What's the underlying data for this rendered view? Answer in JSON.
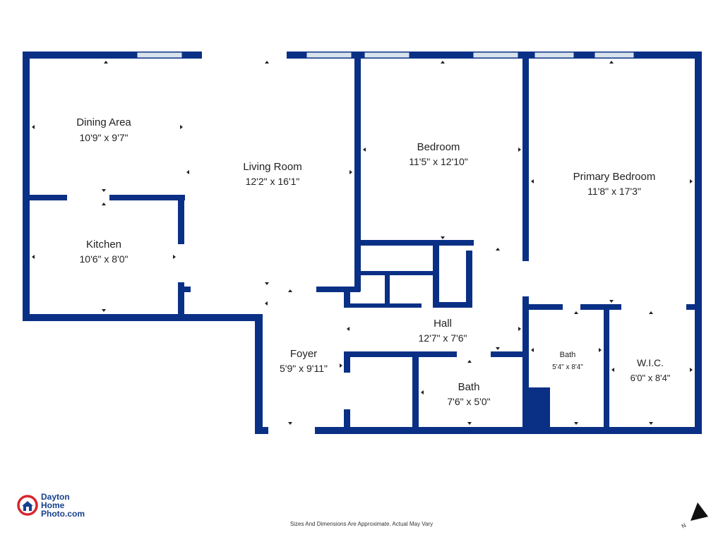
{
  "colors": {
    "wall": "#0a3086",
    "window": "#d9e3ec",
    "text": "#222222",
    "logo_red": "#d8262c",
    "logo_blue": "#17408b"
  },
  "rooms": [
    {
      "id": "dining",
      "name": "Dining Area",
      "dims": "10'9\" x 9'7\""
    },
    {
      "id": "living",
      "name": "Living Room",
      "dims": "12'2\" x 16'1\""
    },
    {
      "id": "bedroom",
      "name": "Bedroom",
      "dims": "11'5\" x 12'10\""
    },
    {
      "id": "primary",
      "name": "Primary Bedroom",
      "dims": "11'8\" x 17'3\""
    },
    {
      "id": "kitchen",
      "name": "Kitchen",
      "dims": "10'6\" x 8'0\""
    },
    {
      "id": "hall",
      "name": "Hall",
      "dims": "12'7\" x 7'6\""
    },
    {
      "id": "foyer",
      "name": "Foyer",
      "dims": "5'9\" x 9'11\""
    },
    {
      "id": "bath1",
      "name": "Bath",
      "dims": "7'6\" x 5'0\""
    },
    {
      "id": "bath2",
      "name": "Bath",
      "dims": "5'4\" x 8'4\""
    },
    {
      "id": "wic",
      "name": "W.I.C.",
      "dims": "6'0\" x 8'4\""
    }
  ],
  "logo": {
    "line1": "Dayton",
    "line2": "Home",
    "line3": "Photo.com"
  },
  "footer": "Sizes And Dimensions Are Approximate. Actual May Vary",
  "compass": {
    "label": "N",
    "icon": "north-arrow-icon"
  }
}
